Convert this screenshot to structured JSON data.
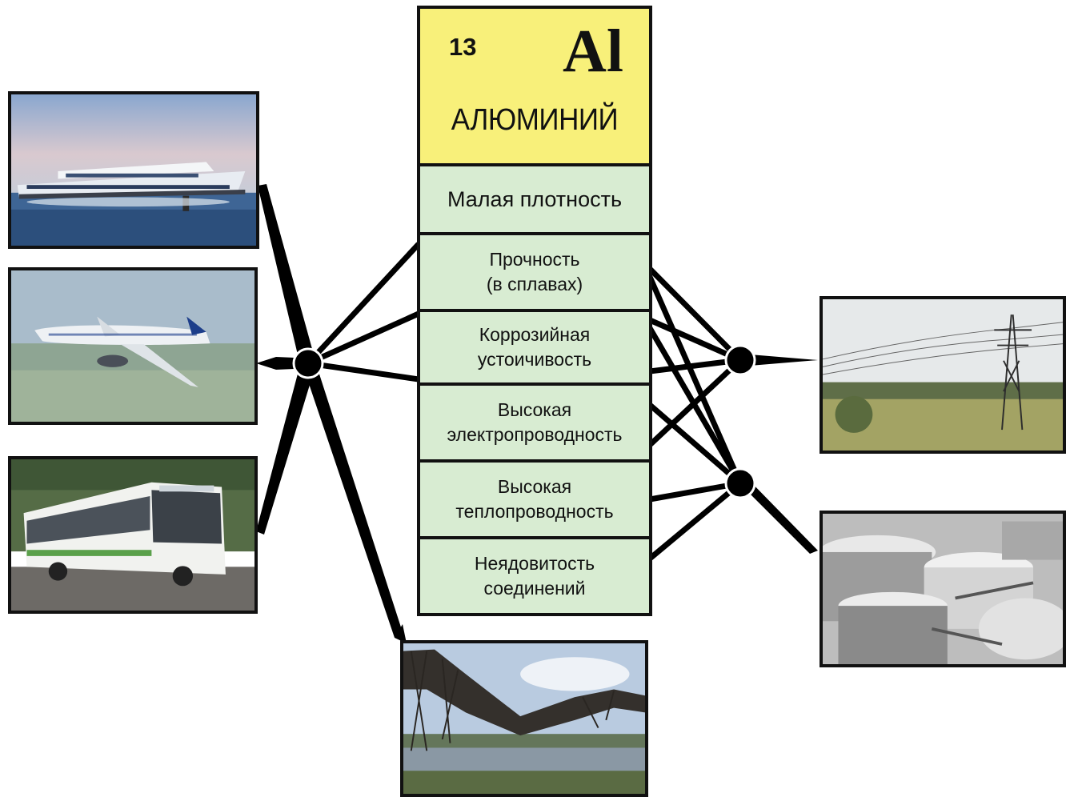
{
  "element": {
    "atomic_number": "13",
    "symbol": "Al",
    "name": "АЛЮМИНИЙ"
  },
  "properties": [
    "Малая плотность",
    "Прочность\n(в сплавах)",
    "Коррозийная\nустоичивость",
    "Высокая\nэлектропроводность",
    "Высокая\nтеплопроводность",
    "Неядовитость\nсоединений"
  ],
  "applications": [
    "hydrofoil-ship-photo",
    "airplane-photo",
    "bus-photo",
    "bridge-photo",
    "power-line-photo",
    "cookware-photo"
  ],
  "colors": {
    "element_box": "#f8f07a",
    "property_box": "#d8ecd2",
    "lines": "#000000"
  }
}
